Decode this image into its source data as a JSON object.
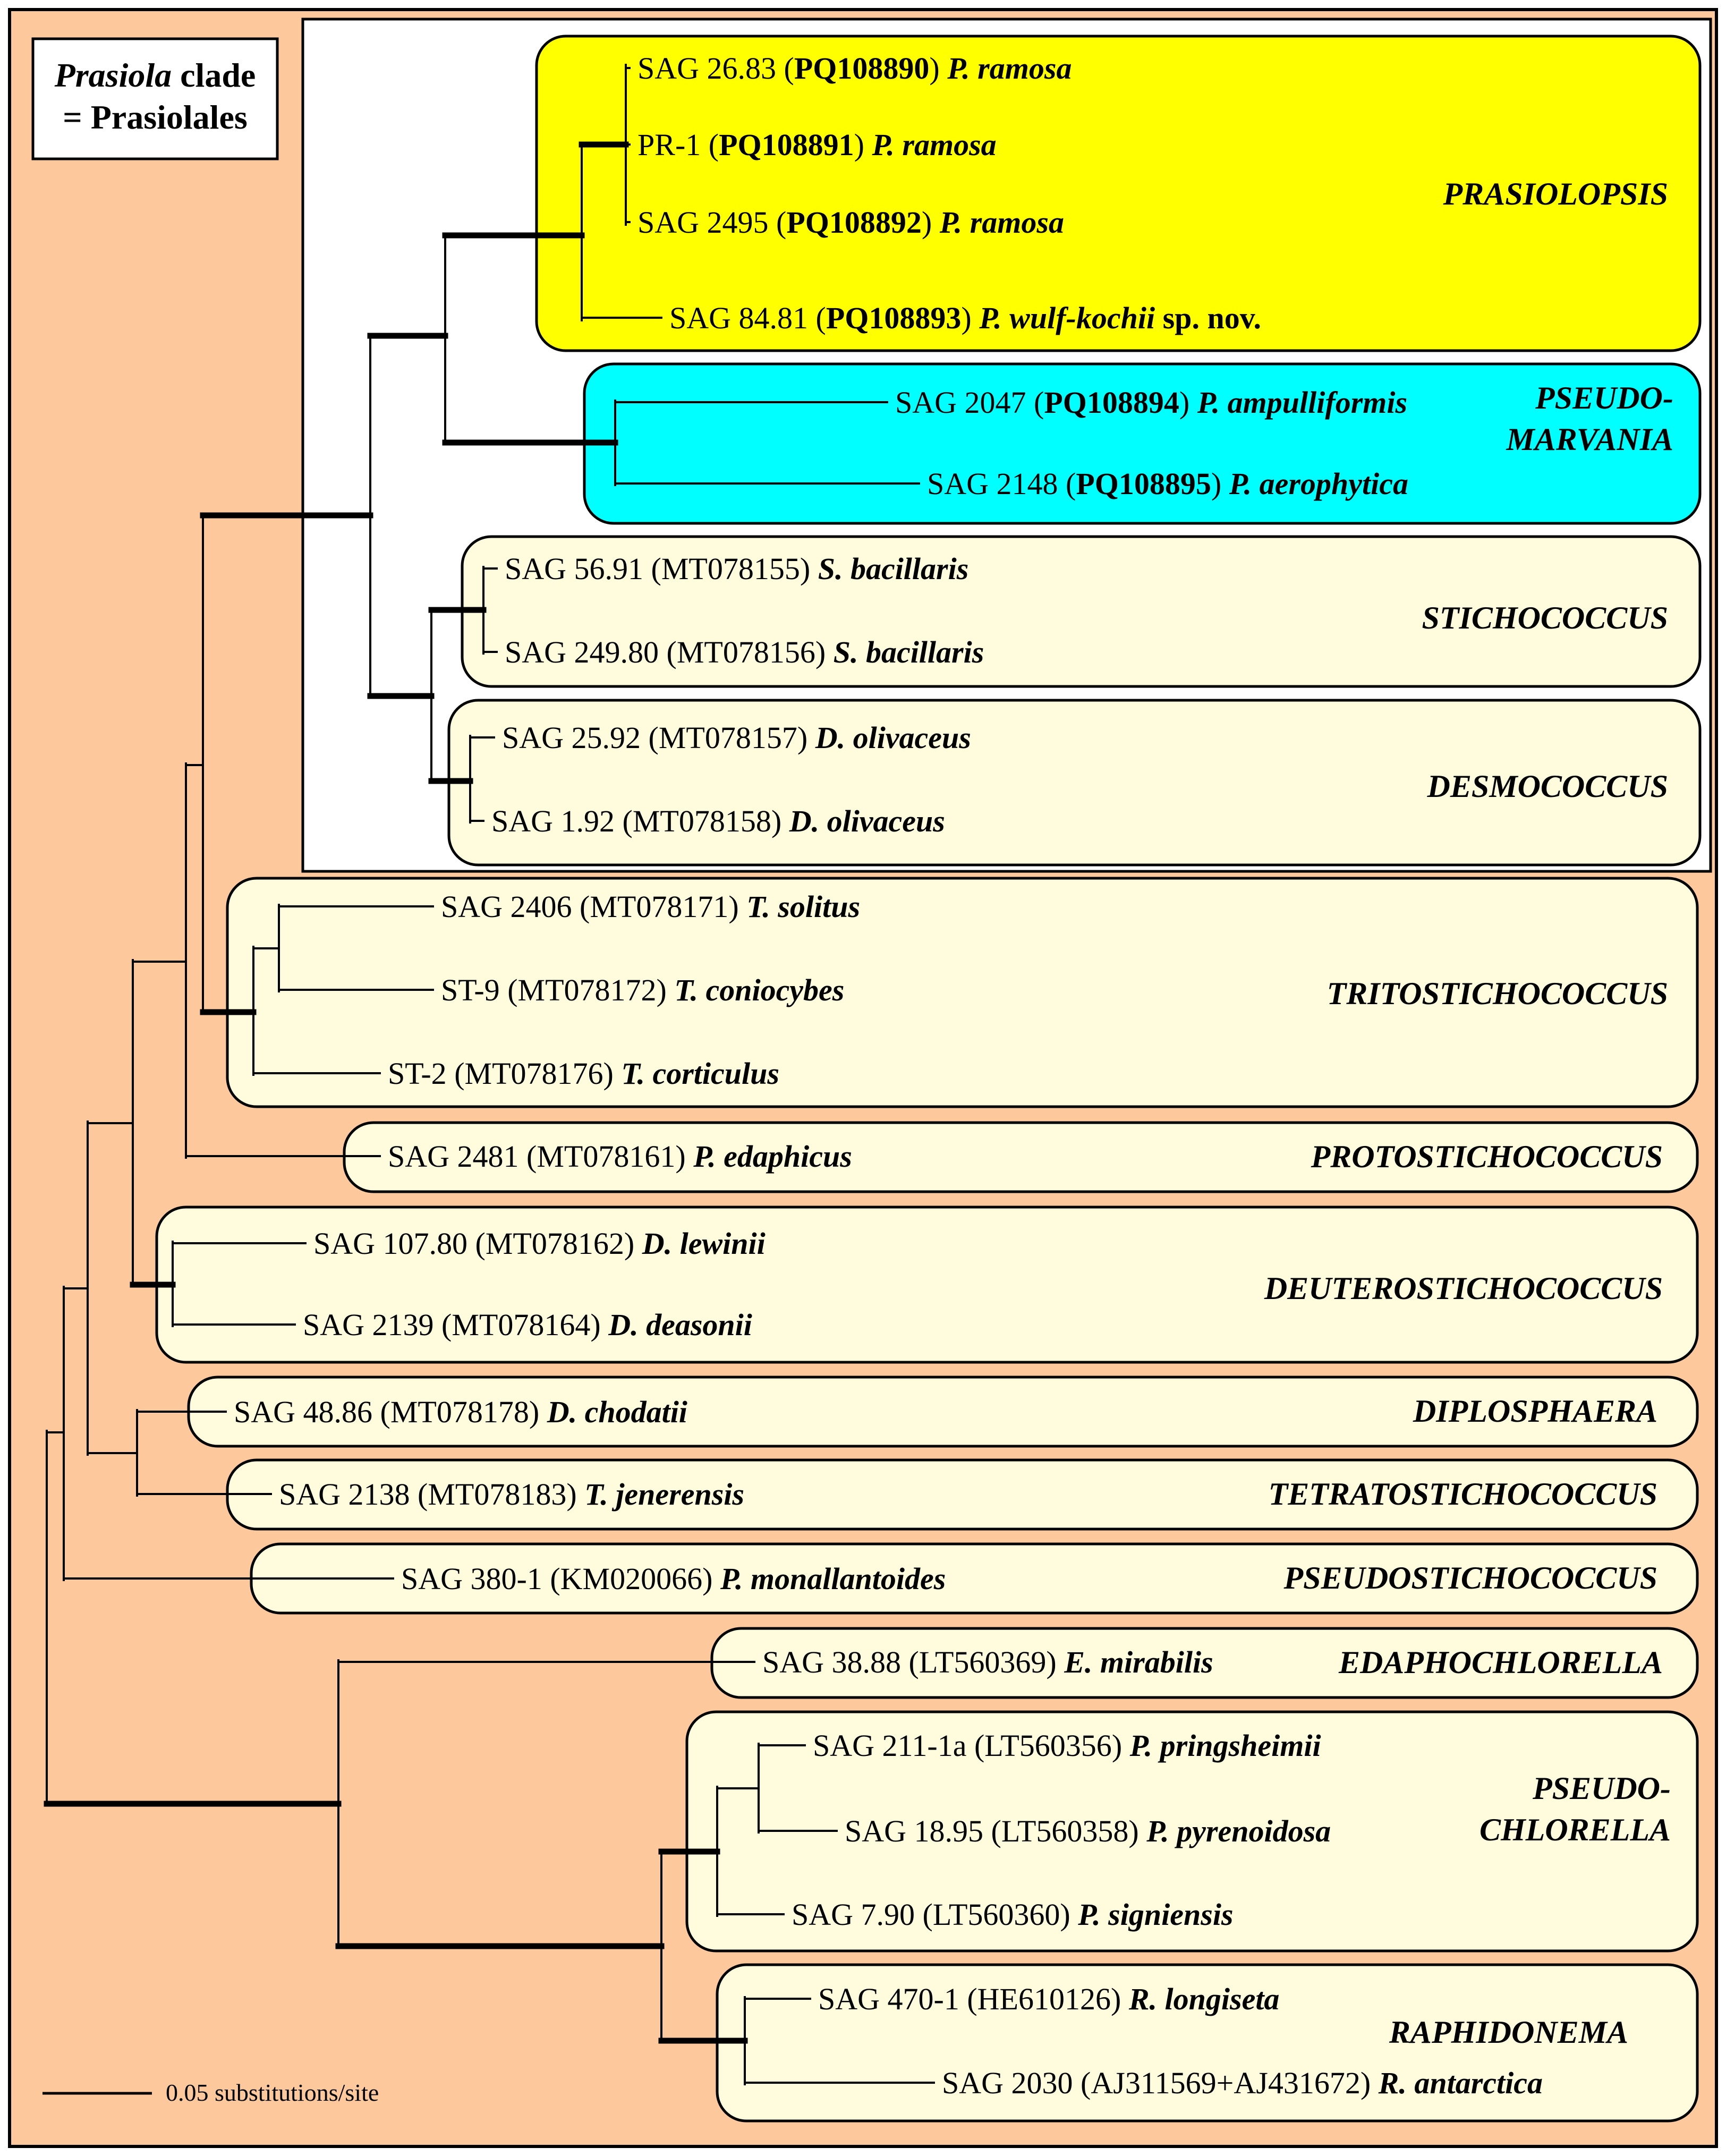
{
  "legend": {
    "line1_italic": "Prasiola",
    "line1_rest": " clade",
    "line2": "= Prasiolales"
  },
  "scale": {
    "label": "0.05 substitutions/site"
  },
  "colors": {
    "background": "#FCC89C",
    "prasiola_box": "#FFFFFF",
    "genus_box": "#FFFCDD",
    "prasiolopsis": "#FFFF00",
    "pseudomarvania": "#00FFFF",
    "line": "#000000"
  },
  "genera": [
    {
      "id": "prasiolopsis",
      "lines": [
        "PRASIOLOPSIS"
      ]
    },
    {
      "id": "pseudomarvania",
      "lines": [
        "PSEUDO-",
        "MARVANIA"
      ]
    },
    {
      "id": "stichococcus",
      "lines": [
        "STICHOCOCCUS"
      ]
    },
    {
      "id": "desmococcus",
      "lines": [
        "DESMOCOCCUS"
      ]
    },
    {
      "id": "tritostichococcus",
      "lines": [
        "TRITOSTICHOCOCCUS"
      ]
    },
    {
      "id": "protostichococcus",
      "lines": [
        "PROTOSTICHOCOCCUS"
      ]
    },
    {
      "id": "deuterostichococcus",
      "lines": [
        "DEUTEROSTICHOCOCCUS"
      ]
    },
    {
      "id": "diplosphaera",
      "lines": [
        "DIPLOSPHAERA"
      ]
    },
    {
      "id": "tetratostichococcus",
      "lines": [
        "TETRATOSTICHOCOCCUS"
      ]
    },
    {
      "id": "pseudostichococcus",
      "lines": [
        "PSEUDOSTICHOCOCCUS"
      ]
    },
    {
      "id": "edaphochlorella",
      "lines": [
        "EDAPHOCHLORELLA"
      ]
    },
    {
      "id": "pseudochlorella",
      "lines": [
        "PSEUDO-",
        "CHLORELLA"
      ]
    },
    {
      "id": "raphidonema",
      "lines": [
        "RAPHIDONEMA"
      ]
    }
  ],
  "taxa": [
    {
      "id": "t1",
      "strain": "SAG 26.83",
      "accession": "PQ108890",
      "accession_bold": true,
      "species": "P. ramosa",
      "suffix": ""
    },
    {
      "id": "t2",
      "strain": "PR-1",
      "accession": "PQ108891",
      "accession_bold": true,
      "species": "P. ramosa",
      "suffix": ""
    },
    {
      "id": "t3",
      "strain": "SAG 2495",
      "accession": "PQ108892",
      "accession_bold": true,
      "species": "P. ramosa",
      "suffix": ""
    },
    {
      "id": "t4",
      "strain": "SAG 84.81",
      "accession": "PQ108893",
      "accession_bold": true,
      "species": "P. wulf-kochii",
      "suffix": " sp. nov."
    },
    {
      "id": "t5",
      "strain": "SAG 2047",
      "accession": "PQ108894",
      "accession_bold": true,
      "species": "P. ampulliformis",
      "suffix": ""
    },
    {
      "id": "t6",
      "strain": "SAG 2148",
      "accession": "PQ108895",
      "accession_bold": true,
      "species": "P. aerophytica",
      "suffix": ""
    },
    {
      "id": "t7",
      "strain": "SAG 56.91",
      "accession": "MT078155",
      "accession_bold": false,
      "species": "S. bacillaris",
      "suffix": ""
    },
    {
      "id": "t8",
      "strain": "SAG 249.80",
      "accession": "MT078156",
      "accession_bold": false,
      "species": "S. bacillaris",
      "suffix": ""
    },
    {
      "id": "t9",
      "strain": "SAG 25.92",
      "accession": "MT078157",
      "accession_bold": false,
      "species": "D. olivaceus",
      "suffix": ""
    },
    {
      "id": "t10",
      "strain": "SAG 1.92",
      "accession": "MT078158",
      "accession_bold": false,
      "species": "D. olivaceus",
      "suffix": ""
    },
    {
      "id": "t11",
      "strain": "SAG 2406",
      "accession": "MT078171",
      "accession_bold": false,
      "species": "T. solitus",
      "suffix": ""
    },
    {
      "id": "t12",
      "strain": "ST-9",
      "accession": "MT078172",
      "accession_bold": false,
      "species": "T. coniocybes",
      "suffix": ""
    },
    {
      "id": "t13",
      "strain": "ST-2",
      "accession": "MT078176",
      "accession_bold": false,
      "species": "T. corticulus",
      "suffix": ""
    },
    {
      "id": "t14",
      "strain": "SAG 2481",
      "accession": "MT078161",
      "accession_bold": false,
      "species": "P. edaphicus",
      "suffix": ""
    },
    {
      "id": "t15",
      "strain": "SAG 107.80",
      "accession": "MT078162",
      "accession_bold": false,
      "species": "D. lewinii",
      "suffix": ""
    },
    {
      "id": "t16",
      "strain": "SAG 2139",
      "accession": "MT078164",
      "accession_bold": false,
      "species": "D. deasonii",
      "suffix": ""
    },
    {
      "id": "t17",
      "strain": "SAG 48.86",
      "accession": "MT078178",
      "accession_bold": false,
      "species": "D. chodatii",
      "suffix": ""
    },
    {
      "id": "t18",
      "strain": "SAG 2138",
      "accession": "MT078183",
      "accession_bold": false,
      "species": "T. jenerensis",
      "suffix": ""
    },
    {
      "id": "t19",
      "strain": "SAG 380-1",
      "accession": "KM020066",
      "accession_bold": false,
      "species": "P. monallantoides",
      "suffix": ""
    },
    {
      "id": "t20",
      "strain": "SAG 38.88",
      "accession": "LT560369",
      "accession_bold": false,
      "species": "E. mirabilis",
      "suffix": ""
    },
    {
      "id": "t21",
      "strain": "SAG 211-1a",
      "accession": "LT560356",
      "accession_bold": false,
      "species": "P. pringsheimii",
      "suffix": ""
    },
    {
      "id": "t22",
      "strain": "SAG 18.95",
      "accession": "LT560358",
      "accession_bold": false,
      "species": "P. pyrenoidosa",
      "suffix": ""
    },
    {
      "id": "t23",
      "strain": "SAG 7.90",
      "accession": "LT560360",
      "accession_bold": false,
      "species": "P. signiensis",
      "suffix": ""
    },
    {
      "id": "t24",
      "strain": "SAG 470-1",
      "accession": "HE610126",
      "accession_bold": false,
      "species": "R. longiseta",
      "suffix": ""
    },
    {
      "id": "t25",
      "strain": "SAG 2030",
      "accession": "AJ311569+AJ431672",
      "accession_bold": false,
      "species": "R. antarctica",
      "suffix": ""
    }
  ]
}
